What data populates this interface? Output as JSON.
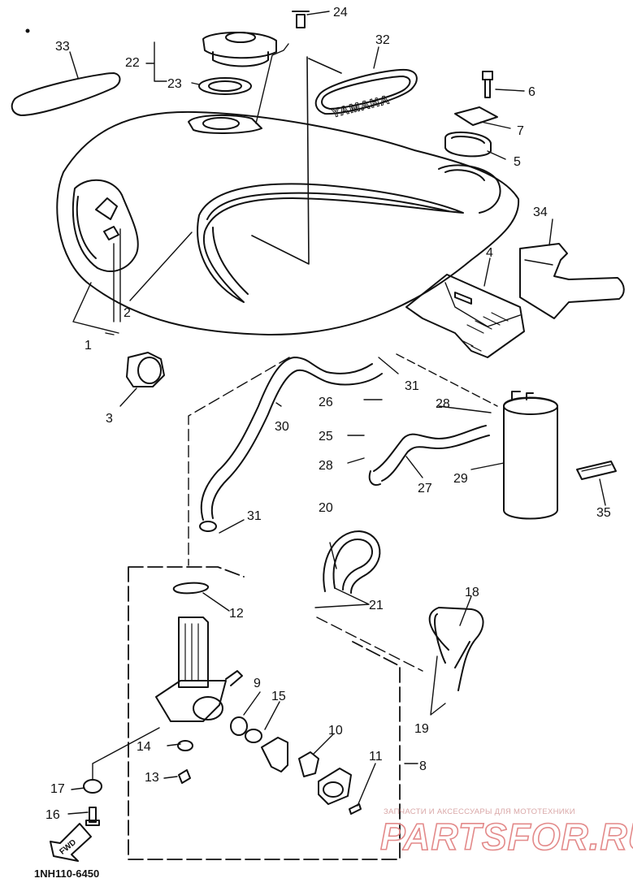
{
  "diagram": {
    "code": "1NH110-6450",
    "labels": {
      "p1": "1",
      "p2": "2",
      "p3": "3",
      "p4": "4",
      "p5": "5",
      "p6": "6",
      "p7": "7",
      "p8": "8",
      "p9": "9",
      "p10": "10",
      "p11": "11",
      "p12": "12",
      "p13": "13",
      "p14": "14",
      "p15": "15",
      "p16": "16",
      "p17": "17",
      "p18": "18",
      "p19": "19",
      "p20": "20",
      "p21": "21",
      "p22": "22",
      "p23": "23",
      "p24": "24",
      "p25": "25",
      "p26": "26",
      "p27": "27",
      "p28a": "28",
      "p28b": "28",
      "p29": "29",
      "p30": "30",
      "p31a": "31",
      "p31b": "31",
      "p32": "32",
      "p33": "33",
      "p34": "34",
      "p35": "35"
    },
    "emblem_text": "YAMAHA",
    "fwd_text": "FWD"
  },
  "watermark": {
    "caption": "ЗАПЧАСТИ И АКСЕССУАРЫ ДЛЯ МОТОТЕХНИКИ",
    "brand": "PARTSFOR.RU"
  },
  "colors": {
    "line": "#111111",
    "watermark": "#e38a8a"
  }
}
